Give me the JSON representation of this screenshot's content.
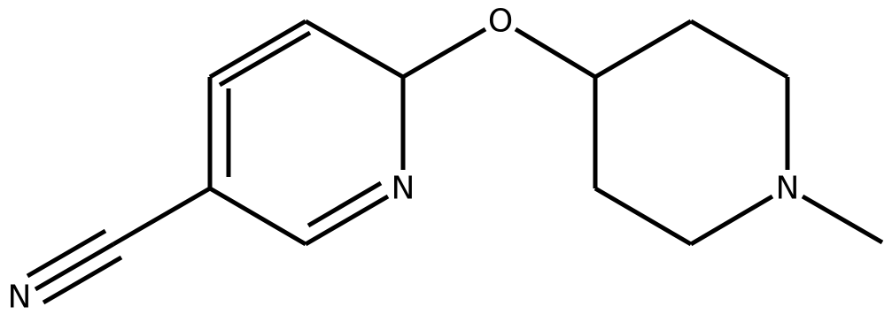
{
  "molecule": {
    "atoms": {
      "pyridine_n": "N",
      "ether_o": "O",
      "piperidine_n": "N",
      "nitrile_n": "N"
    }
  },
  "colors": {
    "bond": "#000000",
    "label": "#000000",
    "background": "#ffffff"
  }
}
